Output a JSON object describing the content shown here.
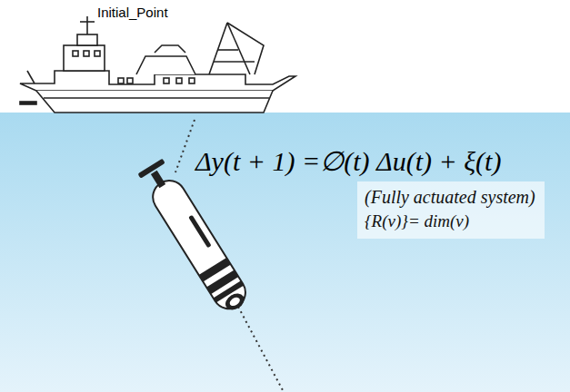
{
  "diagram": {
    "nodes": [
      {
        "text": [
          "(Fully actuated system)",
          "{R(v)}= dim(v)"
        ]
      }
    ],
    "labels": [
      "Initial_Point",
      "Δy(t + 1) =∅(t) Δu(t) + ξ(t)"
    ]
  }
}
